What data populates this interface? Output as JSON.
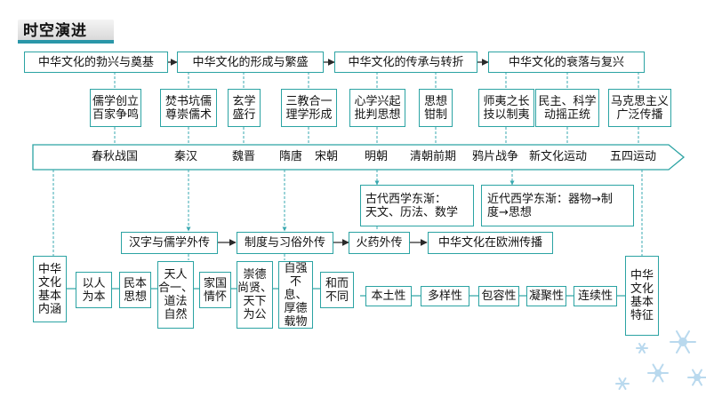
{
  "section_title": "时空演进",
  "top_row": [
    "中华文化的勃兴与奠基",
    "中华文化的形成与繁盛",
    "中华文化的传承与转折",
    "中华文化的衰落与复兴"
  ],
  "second_row": [
    "儒学创立\n百家争鸣",
    "焚书坑儒\n尊崇儒术",
    "玄学\n盛行",
    "三教合一\n理学形成",
    "心学兴起\n批判思想",
    "思想\n钳制",
    "师夷之长\n技以制夷",
    "民主、科学\n动摇正统",
    "马克思主义\n广泛传播"
  ],
  "timeline": [
    "春秋战国",
    "秦汉",
    "魏晋",
    "隋唐",
    "宋朝",
    "明朝",
    "清朝前期",
    "鸦片战争",
    "新文化运动",
    "五四运动"
  ],
  "west_boxes": [
    "古代西学东渐：\n天文、历法、数学",
    "近代西学东渐：器物→制\n度→思想"
  ],
  "spread_row": [
    "汉字与儒学外传",
    "制度与习俗外传",
    "火药外传",
    "中华文化在欧洲传播"
  ],
  "connotation": {
    "header": "中华\n文化\n基本\n内涵",
    "items": [
      "以人\n为本",
      "民本\n思想",
      "天人\n合一、\n道法\n自然",
      "家国\n情怀",
      "崇德\n尚贤、\n天下\n为公",
      "自强\n不息、\n厚德\n载物",
      "和而\n不同"
    ]
  },
  "traits": {
    "header": "中华\n文化\n基本\n特征",
    "items": [
      "本土性",
      "多样性",
      "包容性",
      "凝聚性",
      "连续性"
    ]
  },
  "colors": {
    "border": "#2ba3a3",
    "dash": "#3aa8b0",
    "arrow": "#2a2a2a",
    "accent": "#2a96a8"
  },
  "decor_icon": "snowflake-icon"
}
